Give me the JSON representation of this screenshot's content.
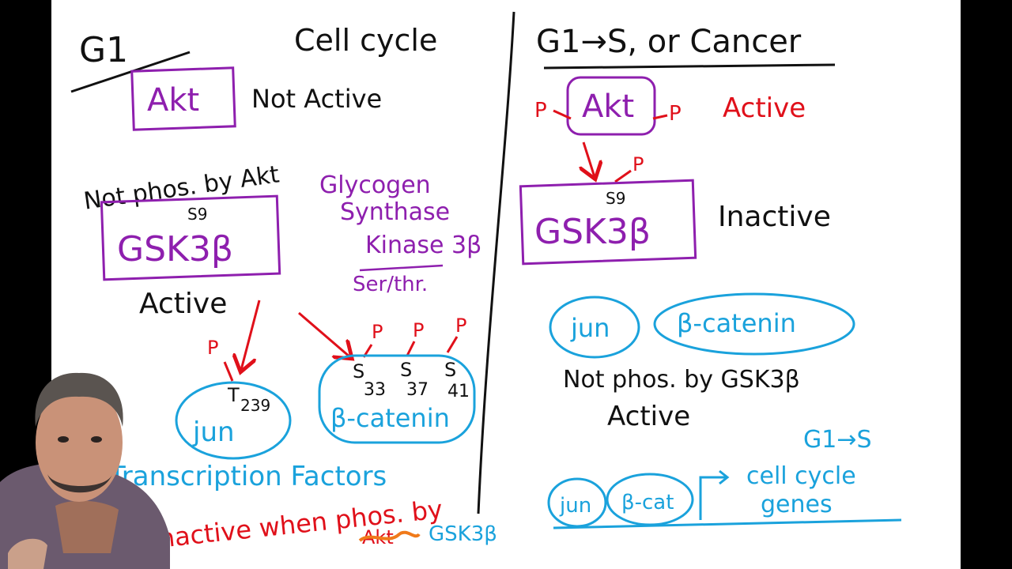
{
  "colors": {
    "black": "#111111",
    "purple": "#8e1fae",
    "red": "#e0101a",
    "blue": "#1aa2dc",
    "orange": "#f07a1a",
    "board": "#ffffff",
    "frame": "#000000"
  },
  "left": {
    "header": "G1",
    "title": "Cell cycle",
    "akt": {
      "label": "Akt",
      "status": "Not Active"
    },
    "not_phos": "Not phos. by Akt",
    "gsk": {
      "site": "S9",
      "label": "GSK3β",
      "status": "Active"
    },
    "gsk_name": [
      "Glycogen",
      "Synthase",
      "Kinase 3β"
    ],
    "ser_thr": "Ser/thr.",
    "p": "P",
    "jun": {
      "label": "jun",
      "site_letter": "T",
      "site_number": "239"
    },
    "bcat": {
      "label": "β-catenin",
      "site_letters": [
        "S",
        "S",
        "S"
      ],
      "site_numbers": [
        "33",
        "37",
        "41"
      ]
    },
    "tf_label": "Transcription Factors",
    "inactive_line": "Inactive when phos. by",
    "struck": "Akt",
    "correction": "GSK3β"
  },
  "right": {
    "header": "G1→S, or Cancer",
    "akt": {
      "label": "Akt",
      "status": "Active"
    },
    "gsk": {
      "site": "S9",
      "label": "GSK3β",
      "status": "Inactive"
    },
    "jun": "jun",
    "bcat": "β-catenin",
    "not_phos": "Not phos. by GSK3β",
    "active": "Active",
    "transition": "G1→S",
    "jun2": "jun",
    "bcat2": "β-cat",
    "genes": [
      "cell cycle",
      "genes"
    ]
  }
}
